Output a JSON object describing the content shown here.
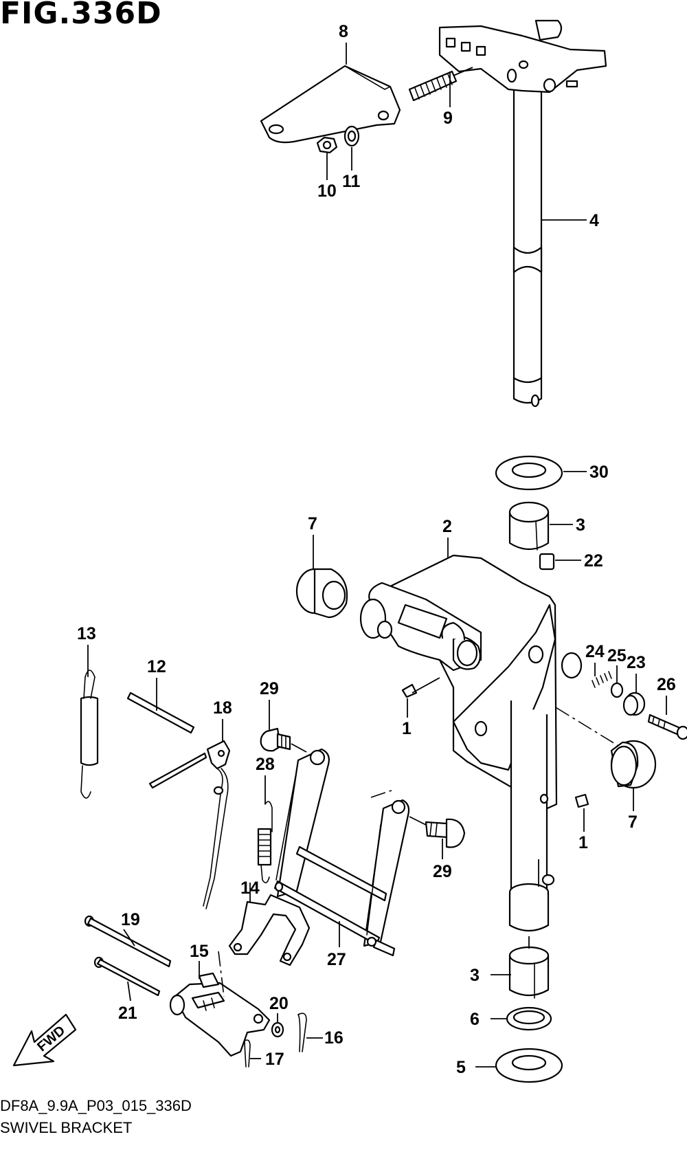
{
  "figure": {
    "title": "FIG.336D"
  },
  "footer": {
    "code": "DF8A_9.9A_P03_015_336D",
    "name": "SWIVEL BRACKET"
  },
  "fwd_label": "FWD",
  "callouts": {
    "c1a": "1",
    "c1b": "1",
    "c2": "2",
    "c3a": "3",
    "c3b": "3",
    "c4": "4",
    "c5": "5",
    "c6": "6",
    "c7a": "7",
    "c7b": "7",
    "c8": "8",
    "c9": "9",
    "c10": "10",
    "c11": "11",
    "c12": "12",
    "c13": "13",
    "c14": "14",
    "c15": "15",
    "c16": "16",
    "c17": "17",
    "c18": "18",
    "c19": "19",
    "c20": "20",
    "c21": "21",
    "c22": "22",
    "c23": "23",
    "c24": "24",
    "c25": "25",
    "c26": "26",
    "c27": "27",
    "c28": "28",
    "c29a": "29",
    "c29b": "29",
    "c30": "30"
  }
}
